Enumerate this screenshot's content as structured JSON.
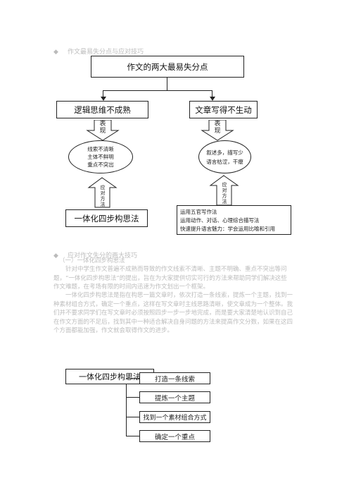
{
  "section1": {
    "bullet": "◆",
    "heading": "作文最易失分点与应对技巧"
  },
  "diagram1": {
    "top": "作文的两大最易失分点",
    "left_title": "逻辑思维不成熟",
    "right_title": "文章写得不生动",
    "left_arrow_label": [
      "表",
      "现"
    ],
    "right_arrow_label": [
      "表",
      "现"
    ],
    "left_symptoms": [
      "线索不清晰",
      "主体不鲜明",
      "重点不突出"
    ],
    "right_symptoms": [
      "叙述多，描写少",
      "语言枯涩，干瘪"
    ],
    "left_up_label": [
      "应",
      "对",
      "方",
      "法"
    ],
    "right_up_label": [
      "应",
      "对",
      "方",
      "法"
    ],
    "left_method": "一体化四步构思法",
    "right_methods": [
      "运用五官写作法",
      "运用动作、对话、心理综合描写法",
      "快速提升语言魅力：学会运用比喻和引用"
    ]
  },
  "section2": {
    "bullet": "◆",
    "heading": "应对作文失分的两大技巧",
    "subheading": "（一）一体化四步构思法",
    "paragraphs": [
      "针对中学生作文普遍不成熟而导致的作文线索不清晰、主题不明确、重点不突出等问题，“一体化四步构思法”的提出，旨在为大家提供切实可行的方法来帮助同学们解决这些作文难题，在考场有限的时间内迅速为作文划出一个框架。",
      "一体化四步构思法是指在构思一篇文章时，依次打造一条线索，提炼一个主题，找到一种素材组合方式，确定一个重点，这样在写文章时主线思路清晰，使文章成为一个整体。我们并不要求同学们在写文章时必须按照四步一步一步地完成，而是要大家清楚地认识到自己在作文方面的不足后，找到其中一种适合解决自身问题的方法来提高作文分数，如果在这四个方面都能加强，作文就会取得作文的进步。"
    ]
  },
  "diagram2": {
    "root": "一体化四步构思法",
    "steps": [
      "打造一条线索",
      "提炼一个主题",
      "找到一个素材组合方式",
      "确定一个重点"
    ]
  }
}
